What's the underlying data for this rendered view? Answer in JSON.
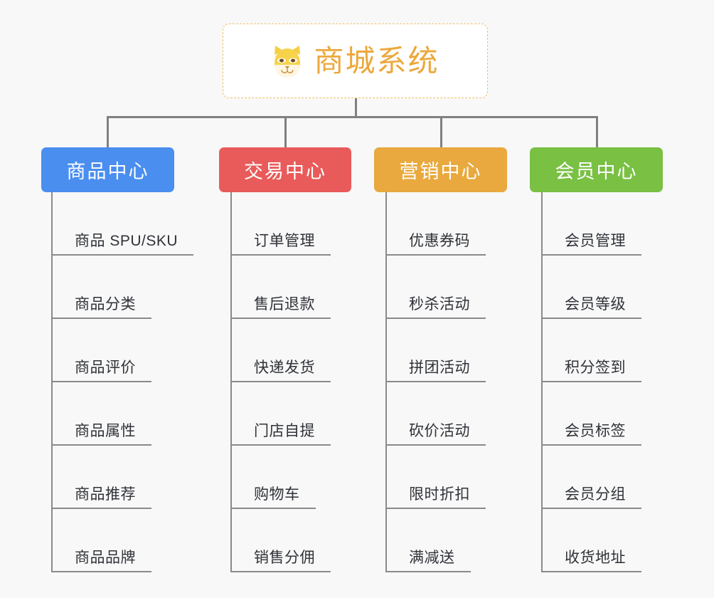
{
  "diagram": {
    "type": "mindmap-tree",
    "background_color": "#f8f8f8",
    "connector_color": "#808080",
    "root": {
      "title": "商城系统",
      "icon": "shiba-dog-face-icon",
      "text_color": "#eca83c",
      "border_color": "#f0c169",
      "background_color": "#ffffff"
    },
    "branches": [
      {
        "label": "商品中心",
        "color": "#4a8ef0",
        "items": [
          "商品 SPU/SKU",
          "商品分类",
          "商品评价",
          "商品属性",
          "商品推荐",
          "商品品牌"
        ]
      },
      {
        "label": "交易中心",
        "color": "#e95b5a",
        "items": [
          "订单管理",
          "售后退款",
          "快递发货",
          "门店自提",
          "购物车",
          "销售分佣"
        ]
      },
      {
        "label": "营销中心",
        "color": "#e9a93e",
        "items": [
          "优惠券码",
          "秒杀活动",
          "拼团活动",
          "砍价活动",
          "限时折扣",
          "满减送"
        ]
      },
      {
        "label": "会员中心",
        "color": "#79c043",
        "items": [
          "会员管理",
          "会员等级",
          "积分签到",
          "会员标签",
          "会员分组",
          "收货地址"
        ]
      }
    ]
  }
}
